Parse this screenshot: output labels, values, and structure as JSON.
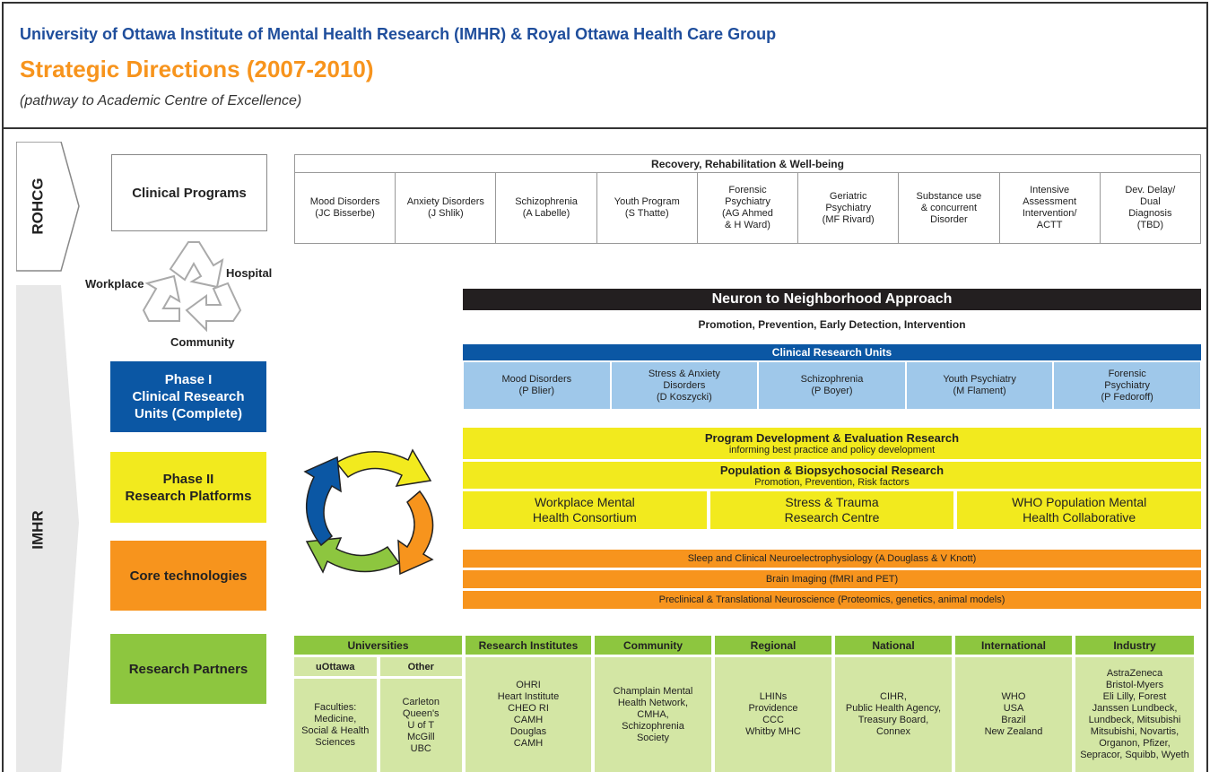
{
  "header": {
    "title": "University of Ottawa Institute of Mental Health Research (IMHR) & Royal Ottawa Health Care Group",
    "subtitle": "Strategic Directions (2007-2010)",
    "tagline": "(pathway to Academic Centre of Excellence)"
  },
  "side": {
    "rohcg": "ROHCG",
    "imhr": "IMHR"
  },
  "left": {
    "clinical_programs": "Clinical Programs",
    "cycle": {
      "workplace": "Workplace",
      "hospital": "Hospital",
      "community": "Community"
    },
    "phase1": [
      "Phase I",
      "Clinical Research",
      "Units (Complete)"
    ],
    "phase2": [
      "Phase II",
      "Research Platforms"
    ],
    "core": "Core technologies",
    "partners": "Research Partners"
  },
  "clinical": {
    "header": "Recovery, Rehabilitation & Well-being",
    "programs": [
      [
        "Mood Disorders",
        "(JC Bisserbe)"
      ],
      [
        "Anxiety Disorders",
        "(J Shlik)"
      ],
      [
        "Schizophrenia",
        "(A Labelle)"
      ],
      [
        "Youth Program",
        "(S Thatte)"
      ],
      [
        "Forensic",
        "Psychiatry",
        "(AG Ahmed",
        "& H Ward)"
      ],
      [
        "Geriatric",
        "Psychiatry",
        "(MF Rivard)"
      ],
      [
        "Substance use",
        "& concurrent",
        "Disorder"
      ],
      [
        "Intensive",
        "Assessment",
        "Intervention/",
        "ACTT"
      ],
      [
        "Dev. Delay/",
        "Dual",
        "Diagnosis",
        "(TBD)"
      ]
    ]
  },
  "neuron": {
    "title": "Neuron to Neighborhood Approach",
    "sub": "Promotion, Prevention, Early Detection, Intervention"
  },
  "cru": {
    "header": "Clinical Research Units",
    "units": [
      [
        "Mood Disorders",
        "(P Blier)"
      ],
      [
        "Stress & Anxiety",
        "Disorders",
        "(D Koszycki)"
      ],
      [
        "Schizophrenia",
        "(P Boyer)"
      ],
      [
        "Youth Psychiatry",
        "(M Flament)"
      ],
      [
        "Forensic",
        "Psychiatry",
        "(P Fedoroff)"
      ]
    ]
  },
  "platforms": {
    "pder_title": "Program Development & Evaluation Research",
    "pder_sub": "informing best practice and policy development",
    "pbr_title": "Population & Biopsychosocial Research",
    "pbr_sub": "Promotion, Prevention, Risk factors",
    "items": [
      [
        "Workplace Mental",
        "Health Consortium"
      ],
      [
        "Stress & Trauma",
        "Research Centre"
      ],
      [
        "WHO Population Mental",
        "Health Collaborative"
      ]
    ]
  },
  "core": [
    "Sleep and Clinical Neuroelectrophysiology (A Douglass & V Knott)",
    "Brain Imaging (fMRI and PET)",
    "Preclinical & Translational Neuroscience (Proteomics, genetics, animal models)"
  ],
  "partners": {
    "universities": {
      "header": "Universities",
      "uottawa": {
        "header": "uOttawa",
        "items": [
          "Faculties:",
          "Medicine,",
          "Social & Health",
          "Sciences"
        ]
      },
      "other": {
        "header": "Other",
        "items": [
          "Carleton",
          "Queen's",
          "U of T",
          "McGill",
          "UBC"
        ]
      }
    },
    "columns": [
      {
        "header": "Research Institutes",
        "items": [
          "OHRI",
          "Heart Institute",
          "CHEO RI",
          "CAMH",
          "Douglas",
          "CAMH"
        ]
      },
      {
        "header": "Community",
        "items": [
          "Champlain Mental",
          "Health Network,",
          "CMHA,",
          "Schizophrenia",
          "Society"
        ]
      },
      {
        "header": "Regional",
        "items": [
          "LHINs",
          "Providence",
          "CCC",
          "Whitby MHC"
        ]
      },
      {
        "header": "National",
        "items": [
          "CIHR,",
          "Public Health Agency,",
          "Treasury Board,",
          "Connex"
        ]
      },
      {
        "header": "International",
        "items": [
          "WHO",
          "USA",
          "Brazil",
          "New Zealand"
        ]
      },
      {
        "header": "Industry",
        "items": [
          "AstraZeneca",
          "Bristol-Myers",
          "Eli Lilly, Forest",
          "Janssen Lundbeck,",
          "Lundbeck, Mitsubishi",
          "Mitsubishi, Novartis,",
          "Organon, Pfizer,",
          "Sepracor, Squibb, Wyeth"
        ]
      }
    ]
  },
  "colors": {
    "navy": "#1f4e9c",
    "orange": "#f7941d",
    "yellow": "#f2ea1e",
    "green": "#8dc63f",
    "blue": "#0b57a4"
  }
}
